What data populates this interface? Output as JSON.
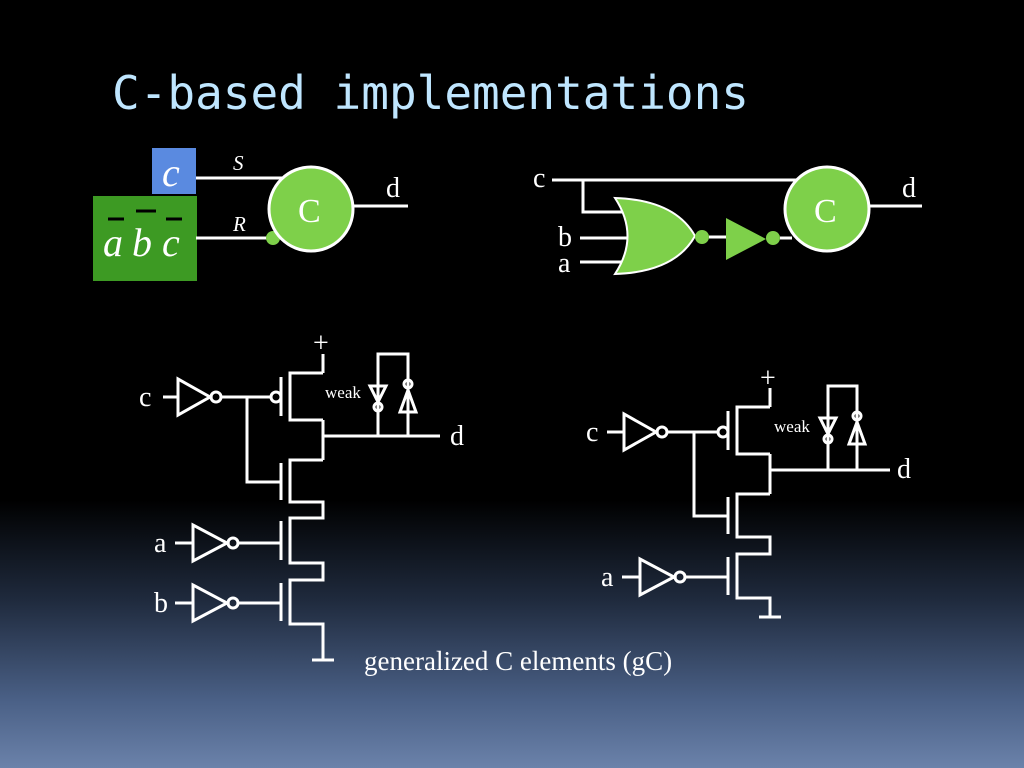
{
  "title": "C-based implementations",
  "caption": "generalized C elements (gC)",
  "colors": {
    "title": "#bfe6ff",
    "gate_green": "#7ed04a",
    "box_blue": "#5a8ae0",
    "box_green": "#3d9a23",
    "wire": "#ffffff"
  },
  "top_left": {
    "set_input": "c",
    "reset_input_terms": [
      "a",
      "b",
      "c"
    ],
    "set_label": "S",
    "reset_label": "R",
    "element": "C",
    "output": "d"
  },
  "top_right": {
    "inputs": [
      "c",
      "b",
      "a"
    ],
    "element": "C",
    "output": "d"
  },
  "bottom_left": {
    "supply": "+",
    "inputs": [
      "c",
      "a",
      "b"
    ],
    "keeper_label": "weak",
    "output": "d"
  },
  "bottom_right": {
    "supply": "+",
    "inputs": [
      "c",
      "a"
    ],
    "keeper_label": "weak",
    "output": "d"
  }
}
